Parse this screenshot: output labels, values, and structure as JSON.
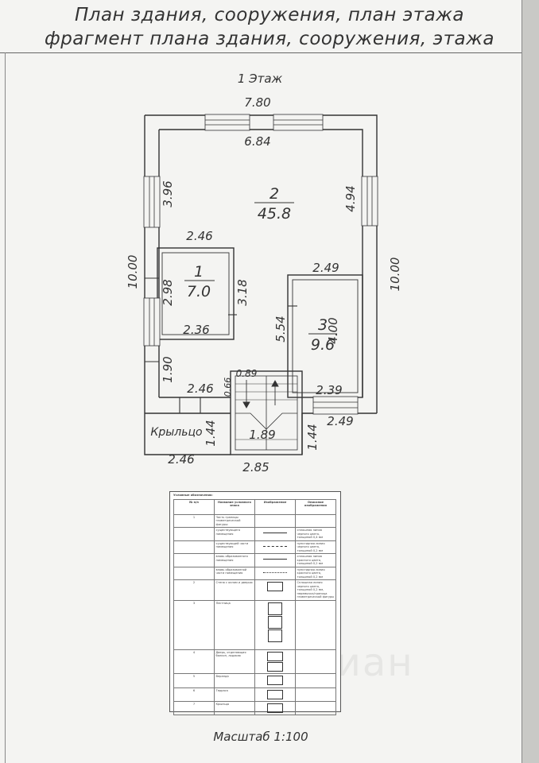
{
  "header": {
    "line1": "План здания, сооружения, план этажа",
    "line2": "фрагмент плана здания, сооружения, этажа"
  },
  "plan": {
    "floor_label": "1 Этаж",
    "rooms": [
      {
        "number": "2",
        "area": "45.8"
      },
      {
        "number": "1",
        "area": "7.0"
      },
      {
        "number": "3",
        "area": "9.6"
      }
    ],
    "porch_label": "Крыльцо",
    "dimensions": {
      "top_outer": "7.80",
      "top_inner": "6.84",
      "left_upper": "3.96",
      "right_upper": "4.94",
      "left_outer": "10.00",
      "right_outer": "10.00",
      "room1_top": "2.46",
      "room1_left": "2.98",
      "room1_right": "3.18",
      "room1_bottom": "2.36",
      "room3_top": "2.49",
      "room3_left": "5.54",
      "room3_right": "4.00",
      "room3_bottom": "2.39",
      "right_bottom": "2.49",
      "left_lower": "1.90",
      "hall_width": "2.46",
      "stair_top": "0.89",
      "stair_side": "0.66",
      "stair_bottom": "1.89",
      "porch_height": "1.44",
      "right_step": "1.44",
      "porch_width": "2.46",
      "bottom_mid": "2.85"
    }
  },
  "legend": {
    "title": "Условные обозначения:",
    "columns": [
      "№ п/п",
      "Название условного знака",
      "Изображение",
      "Описание изображения"
    ],
    "rows": [
      {
        "num": "1",
        "name": "Часть границы геометрической фигуры:",
        "symbol": "",
        "desc": ""
      },
      {
        "num": "",
        "name": "существующего помещения",
        "symbol": "line",
        "desc": "сплошная линия черного цвета, толщиной 0,4 мм"
      },
      {
        "num": "",
        "name": "существующей части помещения",
        "symbol": "dash",
        "desc": "пунктирная линия черного цвета, толщиной 0,2 мм"
      },
      {
        "num": "",
        "name": "вновь образованного помещения",
        "symbol": "line",
        "desc": "сплошная линия красного цвета, толщиной 0,2 мм"
      },
      {
        "num": "",
        "name": "вновь образованной части помещения",
        "symbol": "dotted",
        "desc": "пунктирная линия красного цвета, толщиной 0,2 мм"
      },
      {
        "num": "2",
        "name": "Стена с окном и дверью",
        "symbol": "wall",
        "desc": "Сплошная линия черного цвета, толщиной 0,2 мм, перемычка/граница геометрической фигуры"
      },
      {
        "num": "3",
        "name": "Лестница",
        "symbol": "stairs",
        "desc": ""
      },
      {
        "num": "4",
        "name": "Дверь, отделяющая балкон, лоджию",
        "symbol": "door",
        "desc": ""
      },
      {
        "num": "5",
        "name": "Веранда",
        "symbol": "box",
        "desc": ""
      },
      {
        "num": "6",
        "name": "Терраса",
        "symbol": "box",
        "desc": ""
      },
      {
        "num": "7",
        "name": "Крыльцо",
        "symbol": "box",
        "desc": ""
      }
    ]
  },
  "scale": "Масштаб 1:100",
  "watermark": "циан",
  "colors": {
    "line": "#333333",
    "paper": "#f4f4f2"
  }
}
